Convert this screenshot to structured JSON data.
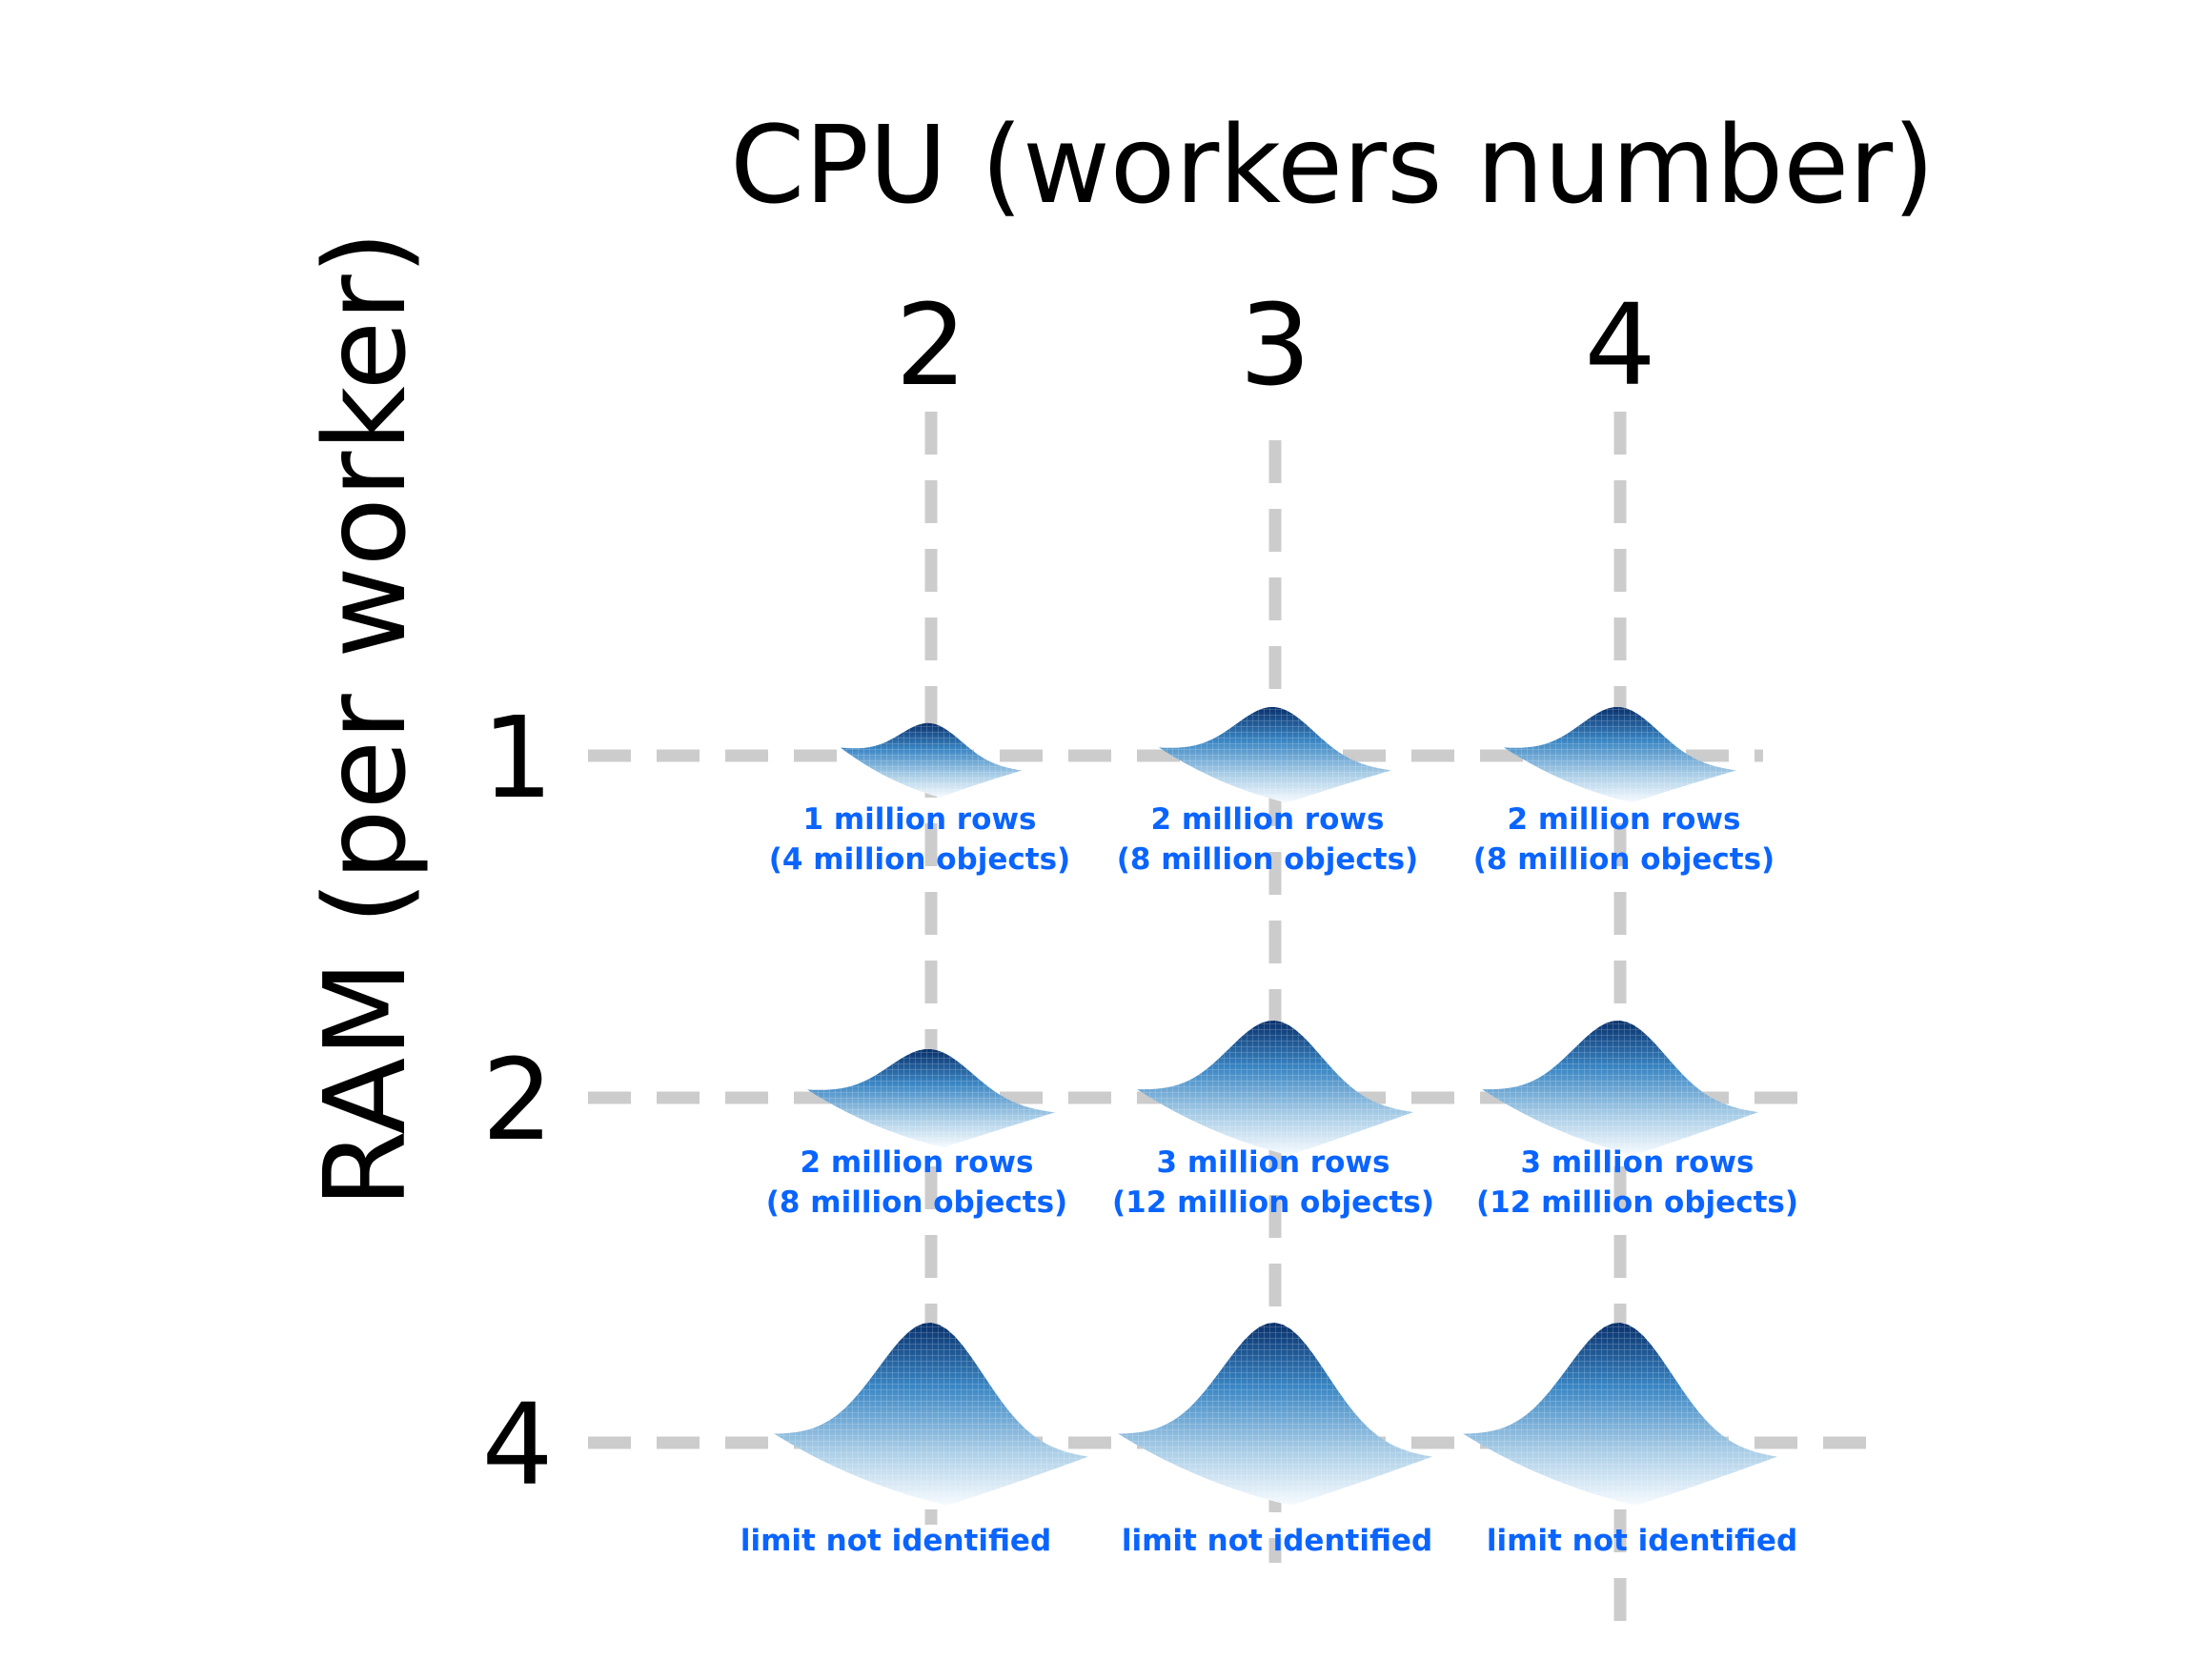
{
  "chart_data": {
    "type": "table",
    "title": "CPU (workers number)",
    "xlabel": "CPU (workers number)",
    "ylabel": "RAM (per worker)",
    "x_ticks": [
      "2",
      "3",
      "4"
    ],
    "y_ticks": [
      "1",
      "2",
      "4"
    ],
    "cells": [
      [
        {
          "line1": "1 million rows",
          "line2": "(4 million objects)"
        },
        {
          "line1": "2 million rows",
          "line2": "(8 million objects)"
        },
        {
          "line1": "2 million rows",
          "line2": "(8 million objects)"
        }
      ],
      [
        {
          "line1": "2 million rows",
          "line2": "(8 million objects)"
        },
        {
          "line1": "3 million rows",
          "line2": "(12 million objects)"
        },
        {
          "line1": "3 million rows",
          "line2": "(12 million objects)"
        }
      ],
      [
        {
          "line1": "limit not identified",
          "line2": ""
        },
        {
          "line1": "limit not identified",
          "line2": ""
        },
        {
          "line1": "limit not identified",
          "line2": ""
        }
      ]
    ],
    "grid": true,
    "colors": {
      "label": "#0a64ff",
      "grid": "#cccccc",
      "surface_dark": "#08306b",
      "surface_light": "#f7fbff"
    }
  }
}
